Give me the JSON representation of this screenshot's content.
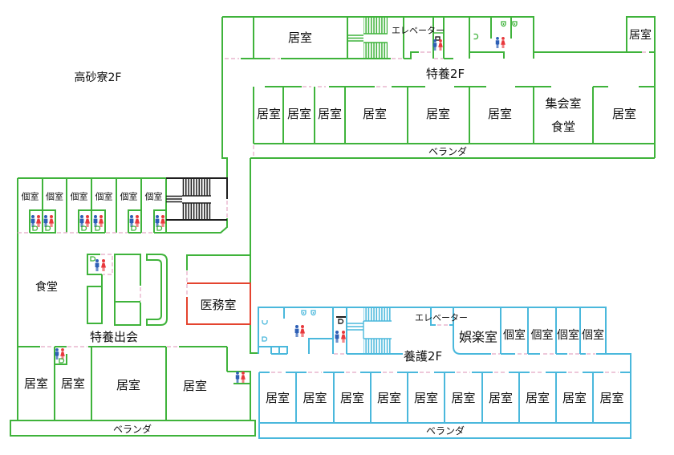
{
  "floor_title": "高砂寮2F",
  "colors": {
    "tokuyou_wall": "#3fb33b",
    "yougo_wall": "#4ab8dc",
    "medical_office_wall": "#e4442f",
    "stairs": "#1e1e1e",
    "door_opening": "#e9b5cd",
    "male_icon": "#2d5fb5",
    "female_icon": "#e8383c",
    "label_text": "#111111"
  },
  "tokuyou_north": {
    "section_label": "特養2F",
    "upper_rooms": [
      "居室",
      "居室"
    ],
    "elevator_label": "エレベーター",
    "lower_rooms": [
      {
        "lines": [
          "居室"
        ]
      },
      {
        "lines": [
          "居室"
        ]
      },
      {
        "lines": [
          "居室"
        ]
      },
      {
        "lines": [
          "居室"
        ]
      },
      {
        "lines": [
          "居室"
        ]
      },
      {
        "lines": [
          "居室"
        ]
      },
      {
        "lines": [
          "集会室",
          "食堂"
        ]
      },
      {
        "lines": [
          "居室"
        ]
      }
    ],
    "veranda_label": "ベランダ"
  },
  "tokuyou_west": {
    "private_rooms": [
      "個室",
      "個室",
      "個室",
      "個室",
      "個室",
      "個室"
    ],
    "dining_label": "食堂",
    "lounge_label": "特養出会",
    "medical_office_label": "医務室",
    "rooms": [
      "居室",
      "居室",
      "居室",
      "居室"
    ],
    "veranda_label": "ベランダ"
  },
  "yougo": {
    "section_label": "養護2F",
    "elevator_label": "エレベーター",
    "recreation_room_label": "娯楽室",
    "private_rooms": [
      "個室",
      "個室",
      "個室",
      "個室"
    ],
    "rooms": [
      "居室",
      "居室",
      "居室",
      "居室",
      "居室",
      "居室",
      "居室",
      "居室",
      "居室",
      "居室"
    ],
    "veranda_label": "ベランダ"
  },
  "icon_types": [
    "male-restroom-icon",
    "female-restroom-icon",
    "toilet-icon",
    "urinal-icon",
    "sink-icon",
    "stairs-icon",
    "elevator-icon"
  ]
}
